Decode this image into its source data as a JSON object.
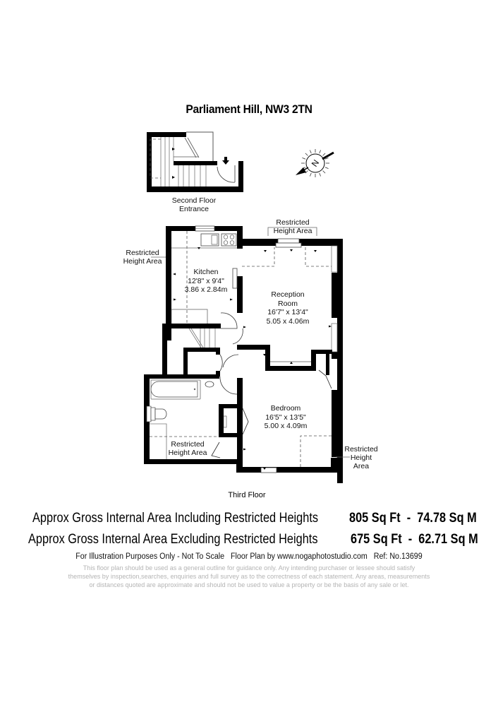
{
  "title": "Parliament Hill, NW3 2TN",
  "second_floor": {
    "label_line1": "Second Floor",
    "label_line2": "Entrance"
  },
  "compass": {
    "icon": "north-compass-icon",
    "letter": "N"
  },
  "third_floor": {
    "label": "Third Floor",
    "rooms": [
      {
        "name": "Kitchen",
        "imperial": "12'8\" x 9'4\"",
        "metric": "3.86 x 2.84m"
      },
      {
        "name_line1": "Reception",
        "name_line2": "Room",
        "imperial": "16'7\" x 13'4\"",
        "metric": "5.05 x 4.06m"
      },
      {
        "name": "Bedroom",
        "imperial": "16'5\" x 13'5\"",
        "metric": "5.00 x 4.09m"
      }
    ],
    "restricted_labels": {
      "top_line1": "Restricted",
      "top_line2": "Height Area",
      "left_line1": "Restricted",
      "left_line2": "Height Area",
      "bath_line1": "Restricted",
      "bath_line2": "Height Area",
      "right_line1": "Restricted",
      "right_line2": "Height",
      "right_line3": "Area"
    }
  },
  "areas": [
    {
      "label": "Approx Gross Internal Area Including Restricted Heights",
      "value": "805 Sq Ft  -  74.78 Sq M"
    },
    {
      "label": "Approx Gross Internal Area Excluding Restricted Heights",
      "value": "675 Sq Ft  -  62.71 Sq M"
    }
  ],
  "footer": {
    "main": "For Illustration Purposes Only - Not To Scale   Floor Plan by www.nogaphotostudio.com   Ref: No.13699",
    "disclaimer_line1": "This floor plan should be used as a general outline for guidance only. Any intending purchaser or lessee should satisfy",
    "disclaimer_line2": "themselves by inspection,searches, enquiries and full survey as to the correctness of each statement. Any areas, measurements",
    "disclaimer_line3": "or distances quoted are approximate and should not be used to value a property or be the basis of any sale or let."
  }
}
